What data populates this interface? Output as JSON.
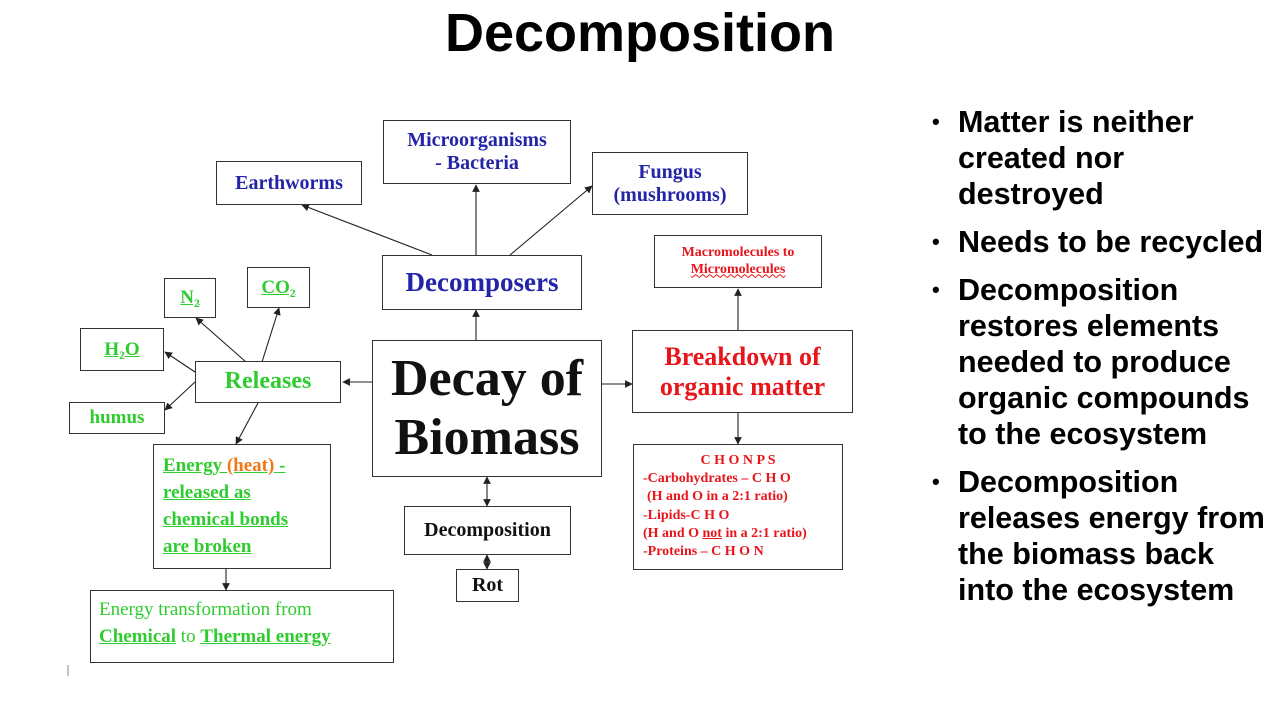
{
  "title": "Decomposition",
  "diagram": {
    "center": [
      "Decay of",
      "Biomass"
    ],
    "decomposers": "Decomposers",
    "earthworms": "Earthworms",
    "microorganisms": [
      "Microorganisms",
      "- Bacteria"
    ],
    "fungus": [
      "Fungus",
      "(mushrooms)"
    ],
    "macromolecules": [
      "Macromolecules to",
      "Micromolecules"
    ],
    "breakdown": [
      "Breakdown of",
      "organic matter"
    ],
    "chonps": {
      "heading": "C H O N P S",
      "carbs": "-Carbohydrates – C H O",
      "carbs_ratio": "(H and O in a 2:1 ratio)",
      "lipids": "-Lipids-C H O",
      "lipids_ratio_pre": "(H and O ",
      "lipids_ratio_not": "not",
      "lipids_ratio_post": " in a 2:1 ratio)",
      "proteins": "-Proteins – C H O N"
    },
    "releases": "Releases",
    "n2": "N₂",
    "co2": "CO₂",
    "h2o": "H₂O",
    "humus": "humus",
    "energy": {
      "pre": "Energy ",
      "heat": "(heat)",
      "post": " -",
      "line2": "released as",
      "line3": "chemical bonds",
      "line4": "are broken"
    },
    "transformation": {
      "line1": "Energy transformation from",
      "chemical": "Chemical",
      "to": " to ",
      "thermal": "Thermal energy"
    },
    "decomposition": "Decomposition",
    "rot": "Rot"
  },
  "bullets": [
    "Matter is neither created nor destroyed",
    "Needs to be recycled",
    "Decomposition restores elements needed to produce organic compounds to the ecosystem",
    "Decomposition releases energy from the biomass back into the ecosystem"
  ],
  "colors": {
    "blue_text": "#2424a8",
    "green_text": "#2ecc2e",
    "red_text": "#e8151b",
    "orange_text": "#f07818"
  }
}
